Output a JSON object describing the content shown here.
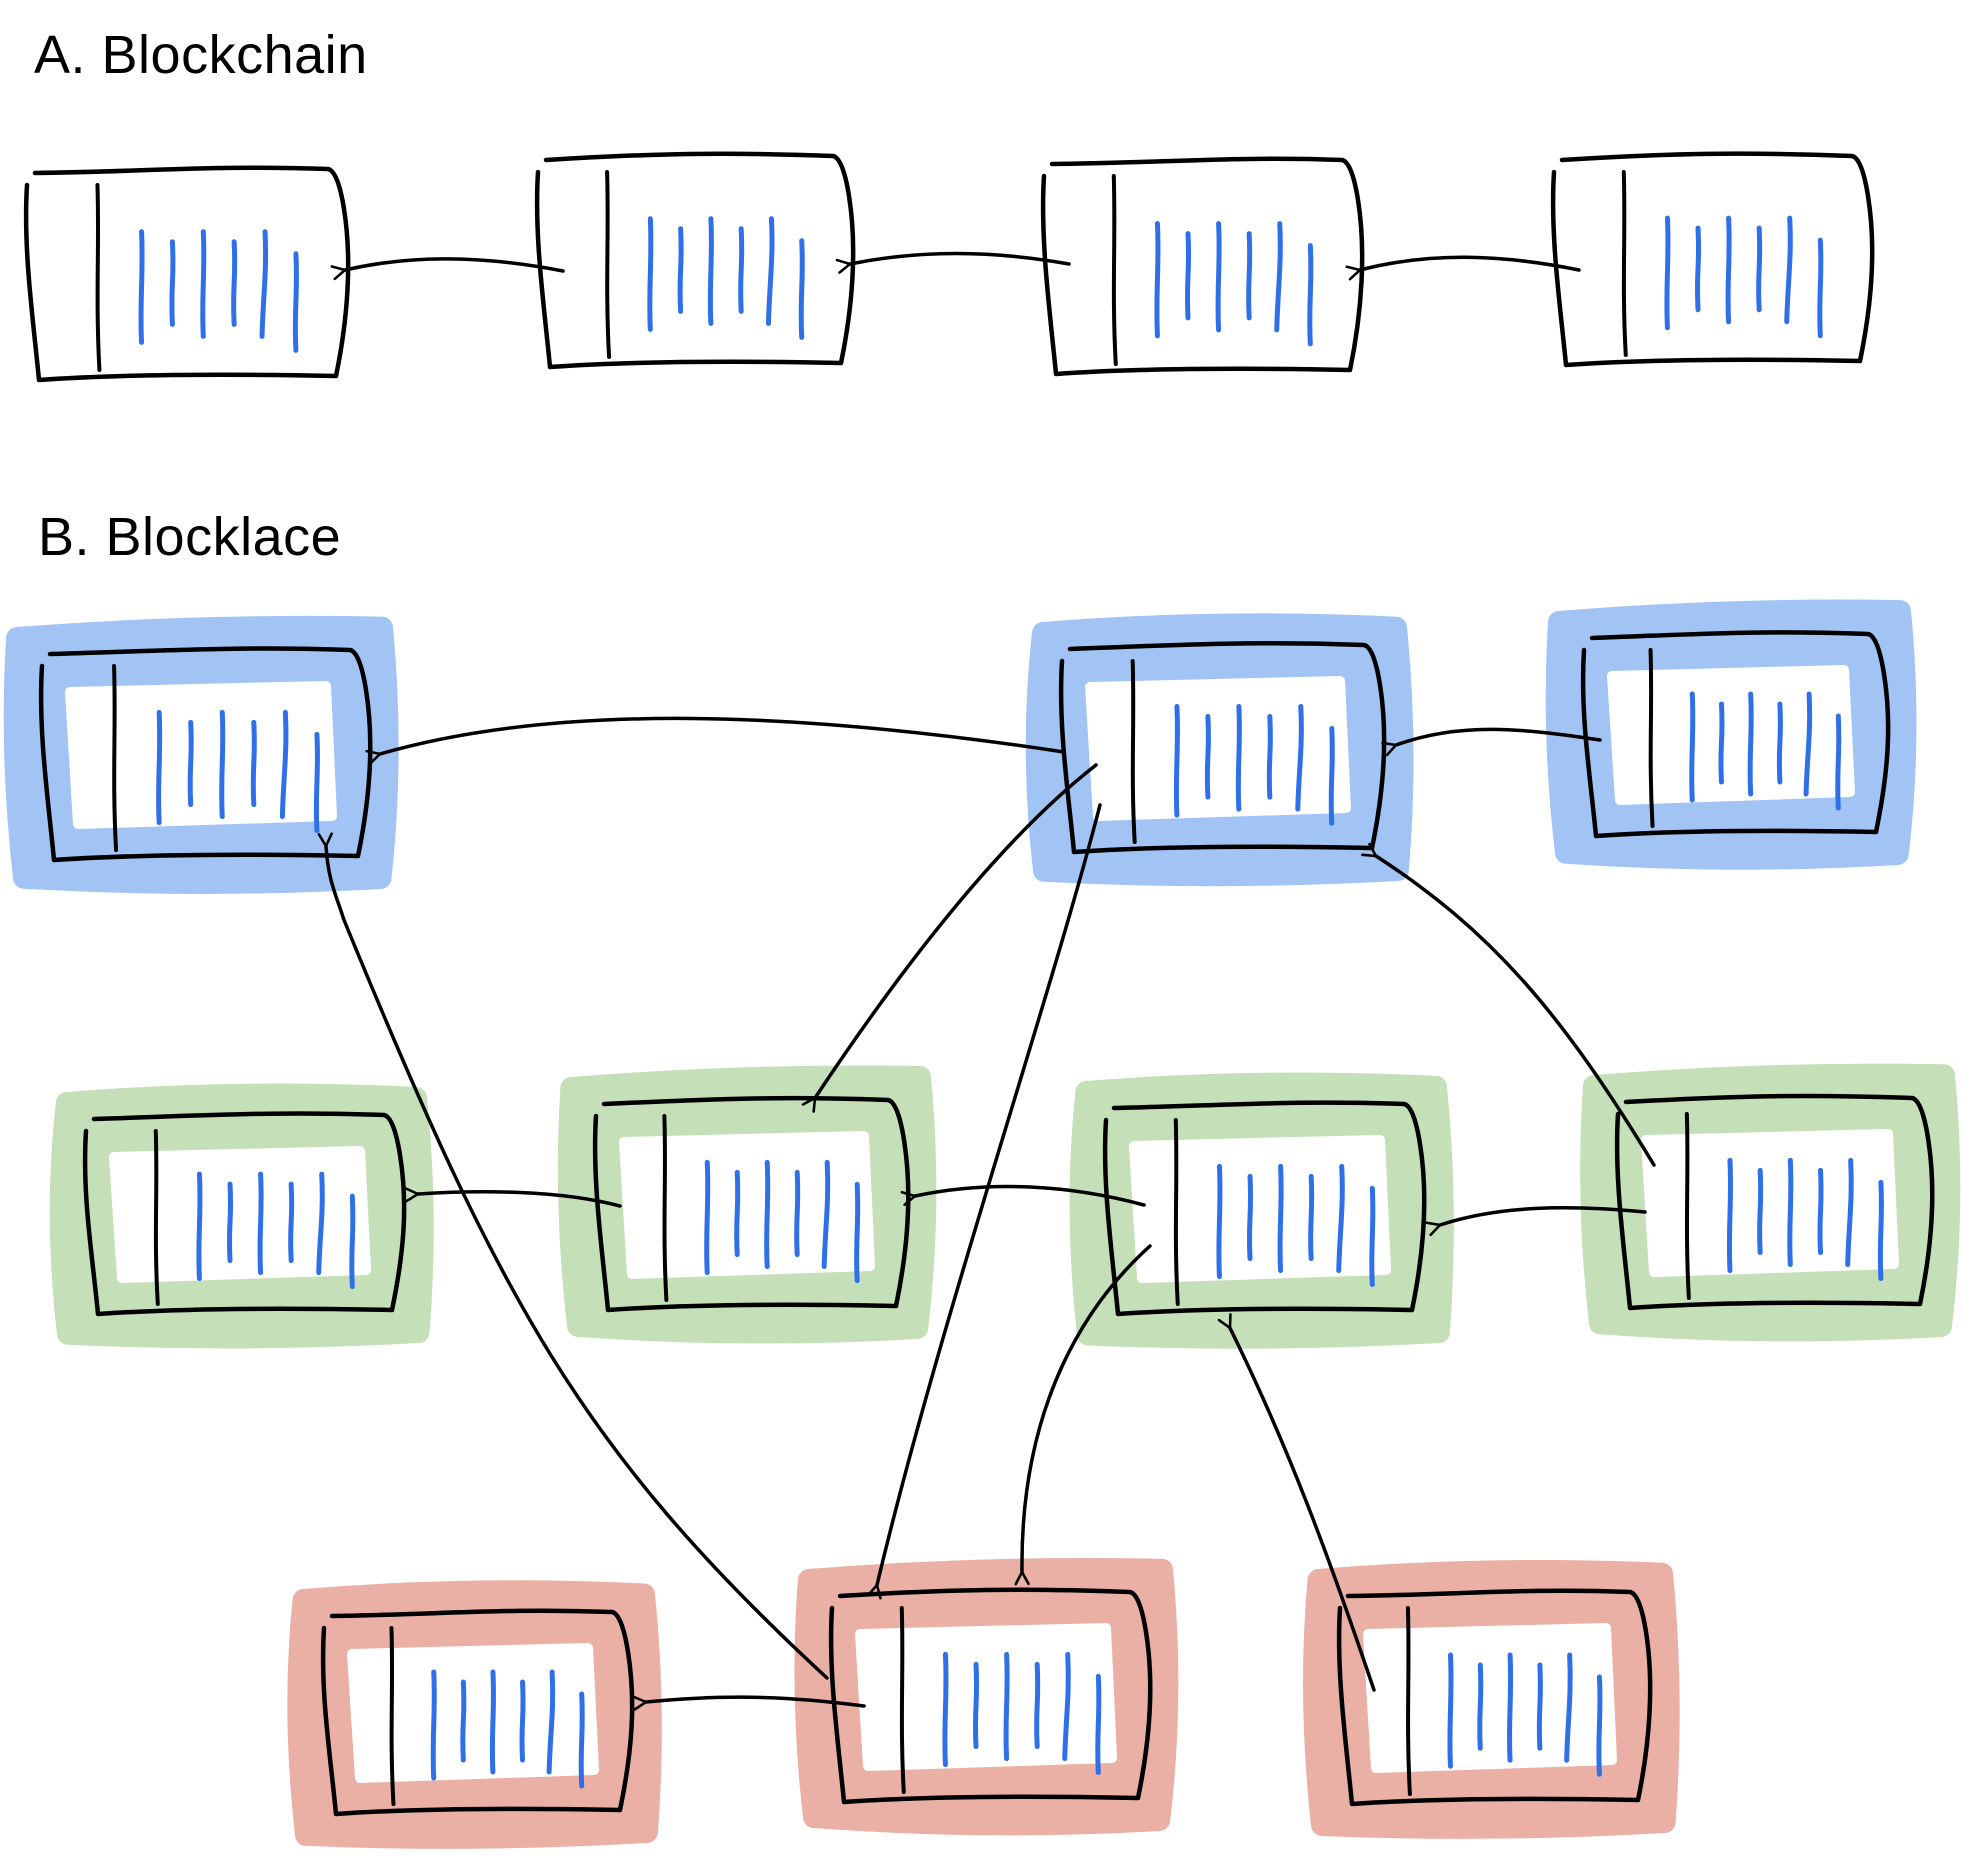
{
  "sections": {
    "a": {
      "title": "A. Blockchain"
    },
    "b": {
      "title": "B. Blocklace"
    }
  },
  "colors": {
    "stroke": "#000000",
    "payload": "#2f6fe8",
    "blue_highlight": "#a2c4f4",
    "green_highlight": "#c5e0b9",
    "red_highlight": "#eab0a6"
  },
  "blockchain": {
    "blocks": [
      {
        "id": "c1",
        "payload_lines": 6
      },
      {
        "id": "c2",
        "payload_lines": 6
      },
      {
        "id": "c3",
        "payload_lines": 6
      },
      {
        "id": "c4",
        "payload_lines": 6
      }
    ],
    "edges": [
      {
        "from": "c2",
        "to": "c1"
      },
      {
        "from": "c3",
        "to": "c2"
      },
      {
        "from": "c4",
        "to": "c3"
      }
    ]
  },
  "blocklace": {
    "blocks": [
      {
        "id": "b1",
        "group": "blue",
        "payload_lines": 6
      },
      {
        "id": "b2",
        "group": "blue",
        "payload_lines": 6
      },
      {
        "id": "b3",
        "group": "blue",
        "payload_lines": 6
      },
      {
        "id": "g1",
        "group": "green",
        "payload_lines": 6
      },
      {
        "id": "g2",
        "group": "green",
        "payload_lines": 6
      },
      {
        "id": "g3",
        "group": "green",
        "payload_lines": 6
      },
      {
        "id": "g4",
        "group": "green",
        "payload_lines": 6
      },
      {
        "id": "r1",
        "group": "red",
        "payload_lines": 6
      },
      {
        "id": "r2",
        "group": "red",
        "payload_lines": 6
      },
      {
        "id": "r3",
        "group": "red",
        "payload_lines": 6
      }
    ],
    "edges": [
      {
        "from": "b2",
        "to": "b1"
      },
      {
        "from": "b3",
        "to": "b2"
      },
      {
        "from": "b2",
        "to": "g2"
      },
      {
        "from": "b2",
        "to": "r2"
      },
      {
        "from": "g4",
        "to": "b2"
      },
      {
        "from": "g2",
        "to": "g1"
      },
      {
        "from": "g3",
        "to": "g2"
      },
      {
        "from": "g4",
        "to": "g3"
      },
      {
        "from": "g3",
        "to": "r2"
      },
      {
        "from": "r2",
        "to": "b1"
      },
      {
        "from": "r3",
        "to": "g3"
      },
      {
        "from": "r2",
        "to": "r1"
      }
    ]
  }
}
